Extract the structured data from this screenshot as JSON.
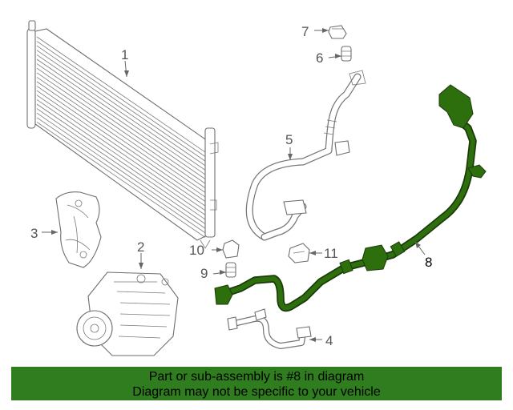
{
  "callouts": {
    "c1": "1",
    "c2": "2",
    "c3": "3",
    "c4": "4",
    "c5": "5",
    "c6": "6",
    "c7": "7",
    "c8": "8",
    "c9": "9",
    "c10": "10",
    "c11": "11"
  },
  "highlight": {
    "part_number": "8",
    "color": "#2d6e0d"
  },
  "banner": {
    "line1": "Part or sub-assembly is #8 in diagram",
    "line2": "Diagram may not be specific to your vehicle",
    "background": "#2f7d1f"
  }
}
